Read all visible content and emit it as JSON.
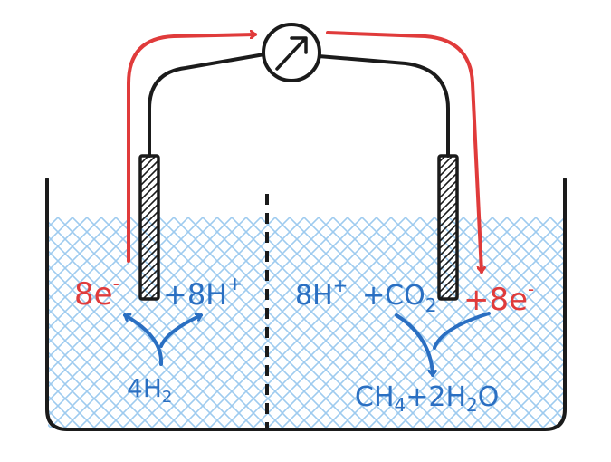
{
  "diagram": {
    "colors": {
      "electron_flow": "#e03b3b",
      "chemistry": "#2a6fc2",
      "solution": "#9ecbef",
      "outline": "#1b1b1b"
    },
    "icons": {
      "meter": "ammeter-icon",
      "membrane": "dashed-divider"
    },
    "anode": {
      "electrons": "8e",
      "electrons_sup": "-",
      "protons_coef": "+8H",
      "protons_sup": "+",
      "reactant": "4H",
      "reactant_sub": "2"
    },
    "cathode": {
      "protons": "8H",
      "protons_sup": "+",
      "co2_main": "+CO",
      "co2_sub": "2",
      "electrons": "+8e",
      "electrons_sup": "-",
      "methane_main": "CH",
      "methane_sub": "4",
      "water_coef": "+2H",
      "water_sub": "2",
      "water_tail": "O"
    }
  }
}
